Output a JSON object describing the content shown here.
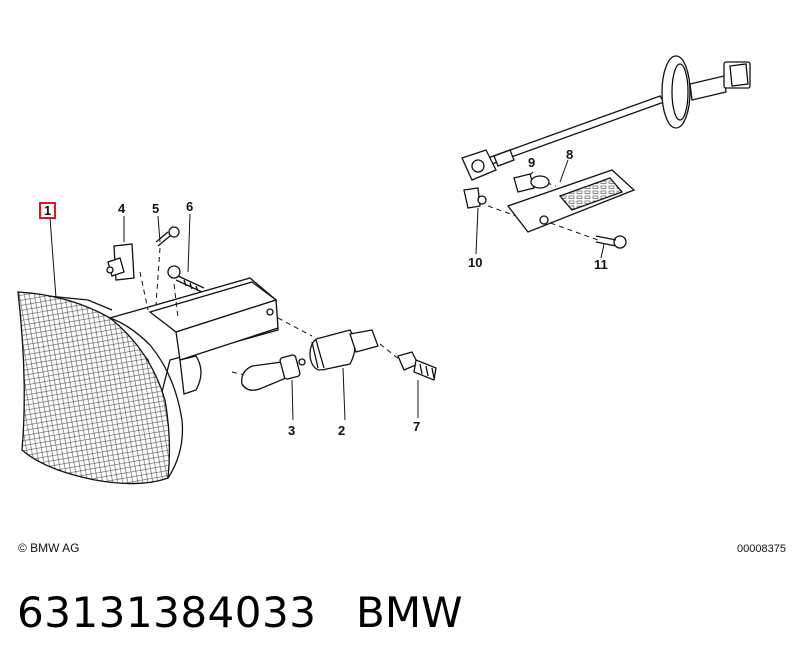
{
  "diagram": {
    "callouts": [
      {
        "id": "1",
        "label": "1",
        "highlighted": true
      },
      {
        "id": "2",
        "label": "2"
      },
      {
        "id": "3",
        "label": "3"
      },
      {
        "id": "4",
        "label": "4"
      },
      {
        "id": "5",
        "label": "5"
      },
      {
        "id": "6",
        "label": "6"
      },
      {
        "id": "7",
        "label": "7"
      },
      {
        "id": "8",
        "label": "8"
      },
      {
        "id": "9",
        "label": "9"
      },
      {
        "id": "10",
        "label": "10"
      },
      {
        "id": "11",
        "label": "11"
      }
    ],
    "highlight_color": "#e0141e",
    "copyright": "© BMW AG",
    "drawing_number": "00008375"
  },
  "footer": {
    "part_number": "63131384033",
    "brand": "BMW"
  }
}
